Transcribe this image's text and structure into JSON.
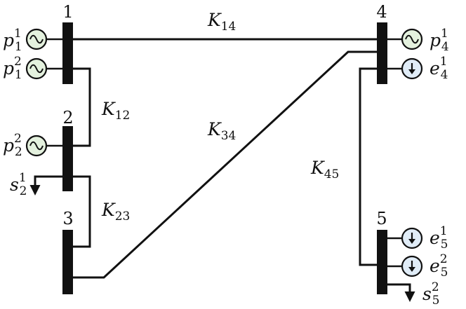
{
  "buses": [
    {
      "id": "bus-1",
      "label": "1"
    },
    {
      "id": "bus-2",
      "label": "2"
    },
    {
      "id": "bus-3",
      "label": "3"
    },
    {
      "id": "bus-4",
      "label": "4"
    },
    {
      "id": "bus-5",
      "label": "5"
    }
  ],
  "lines": {
    "k14": {
      "base": "K",
      "sub": "14"
    },
    "k12": {
      "base": "K",
      "sub": "12"
    },
    "k34": {
      "base": "K",
      "sub": "34"
    },
    "k23": {
      "base": "K",
      "sub": "23"
    },
    "k45": {
      "base": "K",
      "sub": "45"
    }
  },
  "generators": {
    "p1_1": {
      "base": "p",
      "sub": "1",
      "sup": "1",
      "icon": "sine-wave-icon"
    },
    "p1_2": {
      "base": "p",
      "sub": "1",
      "sup": "2",
      "icon": "sine-wave-icon"
    },
    "p2_2": {
      "base": "p",
      "sub": "2",
      "sup": "2",
      "icon": "sine-wave-icon"
    },
    "p4_1": {
      "base": "p",
      "sub": "4",
      "sup": "1",
      "icon": "sine-wave-icon"
    }
  },
  "storages": {
    "e4_1": {
      "base": "e",
      "sub": "4",
      "sup": "1",
      "icon": "down-arrow-icon"
    },
    "e5_1": {
      "base": "e",
      "sub": "5",
      "sup": "1",
      "icon": "down-arrow-icon"
    },
    "e5_2": {
      "base": "e",
      "sub": "5",
      "sup": "2",
      "icon": "down-arrow-icon"
    }
  },
  "loads": {
    "s2_1": {
      "base": "s",
      "sub": "2",
      "sup": "1"
    },
    "s5_2": {
      "base": "s",
      "sub": "5",
      "sup": "2"
    }
  },
  "colors": {
    "generator_fill": "#e4f1de",
    "storage_fill": "#e0ecf7",
    "line": "#111111"
  }
}
